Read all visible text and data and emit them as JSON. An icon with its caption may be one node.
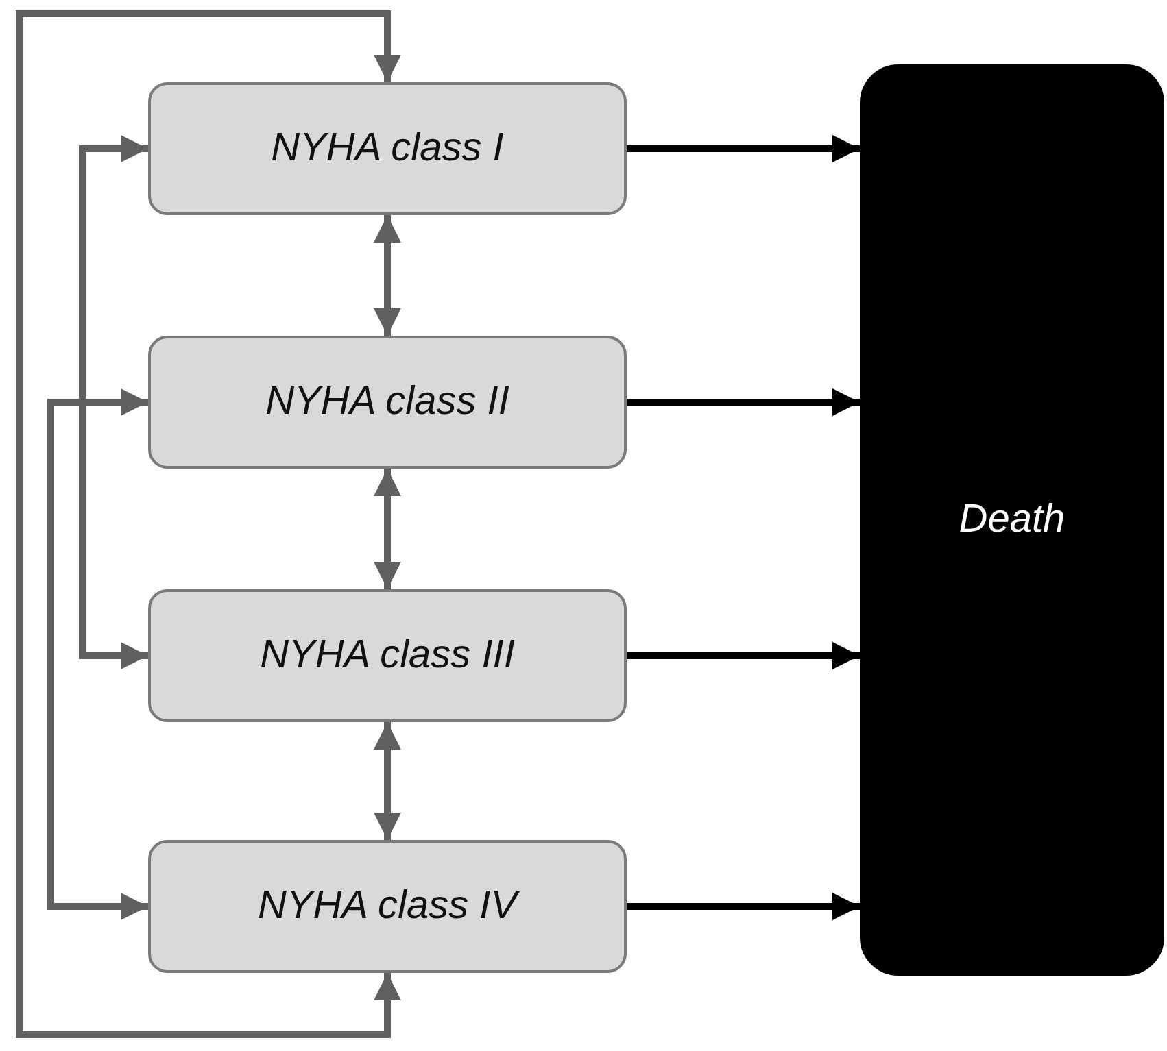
{
  "diagram": {
    "nodes": [
      {
        "text": [
          "NYHA class I"
        ]
      },
      {
        "text": [
          "NYHA class II"
        ]
      },
      {
        "text": [
          "NYHA class III"
        ]
      },
      {
        "text": [
          "NYHA class IV"
        ]
      },
      {
        "text": [
          "Death"
        ]
      }
    ],
    "edges": [
      {
        "from": 0,
        "to": 1,
        "arrow": "both"
      },
      {
        "from": 1,
        "to": 2,
        "arrow": "both"
      },
      {
        "from": 2,
        "to": 3,
        "arrow": "both"
      },
      {
        "from": 0,
        "to": 2,
        "arrow": "both"
      },
      {
        "from": 1,
        "to": 3,
        "arrow": "both"
      },
      {
        "from": 0,
        "to": 3,
        "arrow": "both"
      },
      {
        "from": 0,
        "to": 4,
        "arrow": "to",
        "color": "#000000"
      },
      {
        "from": 1,
        "to": 4,
        "arrow": "to",
        "color": "#000000"
      },
      {
        "from": 2,
        "to": 4,
        "arrow": "to",
        "color": "#000000"
      },
      {
        "from": 3,
        "to": 4,
        "arrow": "to",
        "color": "#000000"
      }
    ]
  }
}
